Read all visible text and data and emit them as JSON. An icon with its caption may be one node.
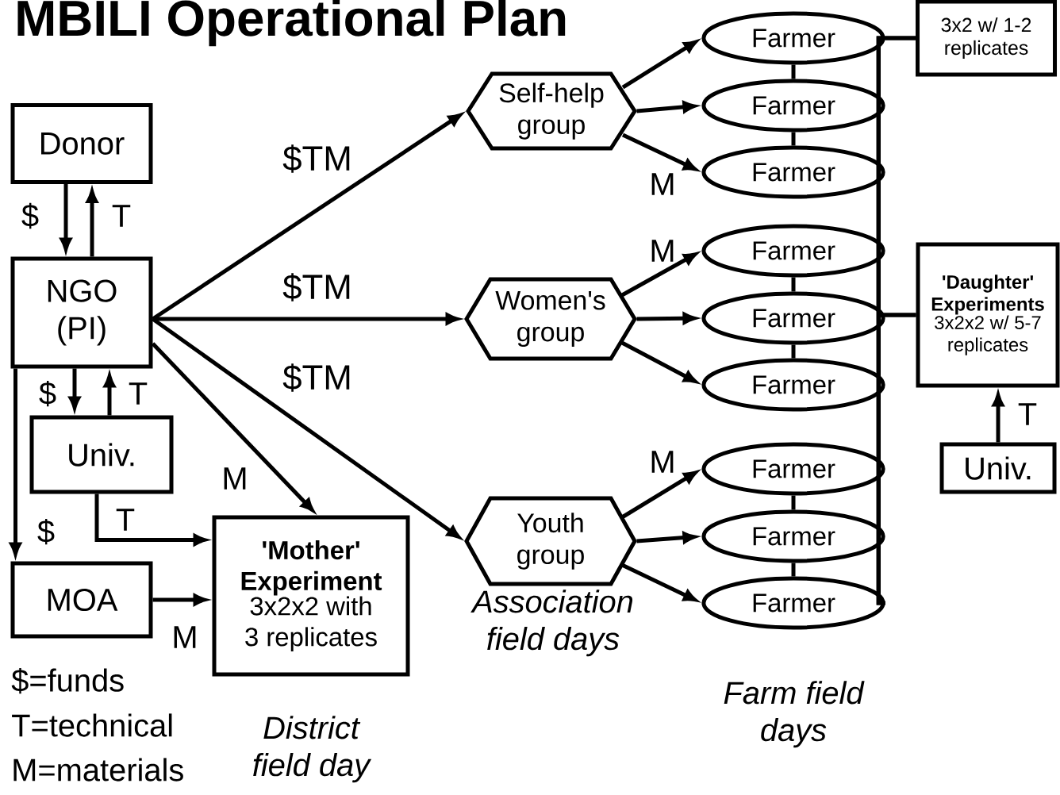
{
  "diagram": {
    "title": "MBILI Operational Plan",
    "nodes": [
      {
        "text": [
          "Donor"
        ]
      },
      {
        "text": [
          "NGO (PI)"
        ]
      },
      {
        "text": [
          "Univ."
        ]
      },
      {
        "text": [
          "MOA"
        ]
      },
      {
        "text": [
          "'Mother' Experiment",
          "3x2x2 with 3 replicates"
        ],
        "beside": [
          "District field day"
        ]
      },
      {
        "text": [
          "Self-help group"
        ]
      },
      {
        "text": [
          "Women's group"
        ]
      },
      {
        "text": [
          "Youth group"
        ],
        "beside": [
          "Association field days"
        ]
      },
      {
        "text": [
          "Farmer"
        ]
      },
      {
        "text": [
          "Farmer"
        ]
      },
      {
        "text": [
          "Farmer"
        ]
      },
      {
        "text": [
          "Farmer"
        ]
      },
      {
        "text": [
          "Farmer"
        ]
      },
      {
        "text": [
          "Farmer"
        ]
      },
      {
        "text": [
          "Farmer"
        ]
      },
      {
        "text": [
          "Farmer"
        ]
      },
      {
        "text": [
          "Farmer"
        ]
      },
      {
        "text": [
          "3x2 w/ 1-2 replicates"
        ]
      },
      {
        "text": [
          "'Daughter' Experiments",
          "3x2x2 w/ 5-7 replicates"
        ]
      },
      {
        "text": [
          "Univ."
        ]
      }
    ],
    "edges": [
      {
        "from": 0,
        "to": 1,
        "arrow": "to",
        "label": "$"
      },
      {
        "from": 1,
        "to": 0,
        "arrow": "to",
        "label": "T"
      },
      {
        "from": 1,
        "to": 2,
        "arrow": "to",
        "label": "$"
      },
      {
        "from": 2,
        "to": 1,
        "arrow": "to",
        "label": "T"
      },
      {
        "from": 1,
        "to": 3,
        "arrow": "to",
        "label": "$"
      },
      {
        "from": 2,
        "to": 4,
        "arrow": "to",
        "label": "T"
      },
      {
        "from": 3,
        "to": 4,
        "arrow": "to",
        "label": "M"
      },
      {
        "from": 1,
        "to": 4,
        "arrow": "to",
        "label": "M"
      },
      {
        "from": 1,
        "to": 5,
        "arrow": "to",
        "label": "$TM"
      },
      {
        "from": 1,
        "to": 6,
        "arrow": "to",
        "label": "$TM"
      },
      {
        "from": 1,
        "to": 7,
        "arrow": "to",
        "label": "$TM"
      },
      {
        "from": 5,
        "to": 8,
        "arrow": "to"
      },
      {
        "from": 5,
        "to": 9,
        "arrow": "to"
      },
      {
        "from": 5,
        "to": 10,
        "arrow": "to",
        "label": "M"
      },
      {
        "from": 6,
        "to": 11,
        "arrow": "to",
        "label": "M"
      },
      {
        "from": 6,
        "to": 12,
        "arrow": "to"
      },
      {
        "from": 6,
        "to": 13,
        "arrow": "to"
      },
      {
        "from": 7,
        "to": 14,
        "arrow": "to",
        "label": "M"
      },
      {
        "from": 7,
        "to": 15,
        "arrow": "to"
      },
      {
        "from": 7,
        "to": 16,
        "arrow": "to"
      },
      {
        "from": 8,
        "to": 9,
        "arrow": "none"
      },
      {
        "from": 9,
        "to": 10,
        "arrow": "none"
      },
      {
        "from": 11,
        "to": 12,
        "arrow": "none"
      },
      {
        "from": 12,
        "to": 13,
        "arrow": "none"
      },
      {
        "from": 14,
        "to": 15,
        "arrow": "none"
      },
      {
        "from": 15,
        "to": 16,
        "arrow": "none"
      },
      {
        "from": 8,
        "to": 17,
        "arrow": "none"
      },
      {
        "from": 8,
        "to": 18,
        "arrow": "none"
      },
      {
        "from": 16,
        "to": 17,
        "arrow": "none"
      },
      {
        "from": 16,
        "to": 18,
        "arrow": "none"
      },
      {
        "from": 19,
        "to": 18,
        "arrow": "to",
        "label": "T"
      }
    ],
    "labels": [
      "Farm field days",
      "$=funds",
      "T=technical",
      "M=materials"
    ]
  }
}
